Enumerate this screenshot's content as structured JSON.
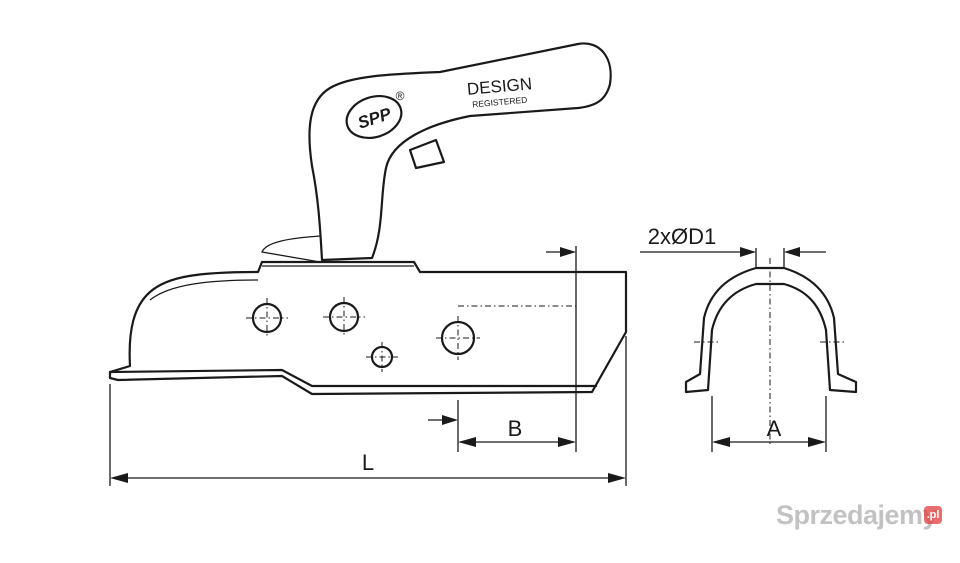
{
  "handle": {
    "label_main": "DESIGN",
    "label_sub": "REGISTERED",
    "logo_text": "SPP",
    "logo_mark": "®"
  },
  "dimensions": {
    "length": "L",
    "hole_offset": "B",
    "width": "A",
    "hole_spec": "2xØD1"
  },
  "watermark": {
    "text": "Sprzedajemy",
    "badge": ".pl"
  }
}
